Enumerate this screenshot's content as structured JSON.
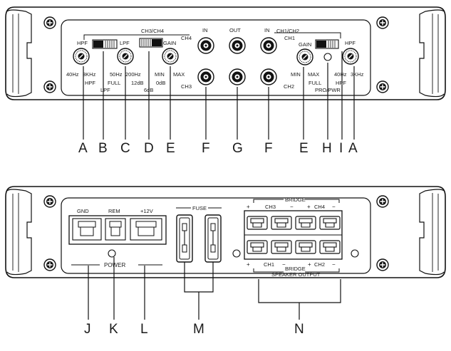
{
  "top_panel": {
    "header_ch34": "CH3/CH4",
    "header_ch12": "CH1/CH2",
    "hpf_left": "HPF",
    "hpf_left_min": "40Hz",
    "hpf_left_max": "3KHz",
    "switch_left_a": "HPF",
    "switch_left_b": "FULL",
    "lpf_switch_under": "LPF",
    "lpf": "LPF",
    "lpf_min": "50Hz",
    "lpf_max": "200Hz",
    "bass_boost_12": "12dB",
    "bass_boost_6": "6dB",
    "bass_boost_0": "0dB",
    "gain_left": "GAIN",
    "gain_left_min": "MIN",
    "gain_left_max": "MAX",
    "rca_ch4": "CH4",
    "rca_ch3": "CH3",
    "rca_in_left": "IN",
    "rca_out": "OUT",
    "rca_in_right": "IN",
    "rca_ch1": "CH1",
    "rca_ch2": "CH2",
    "gain_right": "GAIN",
    "gain_right_min": "MIN",
    "gain_right_max": "MAX",
    "switch_right_full": "FULL",
    "switch_right_hpf": "HPF",
    "pro_pwr": "PRO/PWR",
    "hpf_right": "HPF",
    "hpf_right_min": "40Hz",
    "hpf_right_max": "3KHz"
  },
  "top_callouts": [
    "A",
    "B",
    "C",
    "D",
    "E",
    "F",
    "G",
    "F",
    "E",
    "H",
    "I",
    "A"
  ],
  "bottom_panel": {
    "gnd": "GND",
    "rem": "REM",
    "plus12v": "+12V",
    "power": "POWER",
    "fuse": "FUSE",
    "bridge_top": "BRIDGE",
    "ch3": "CH3",
    "ch4": "CH4",
    "ch1": "CH1",
    "ch2": "CH2",
    "bridge_bottom": "BRIDGE",
    "speaker_output": "SPEAKER OUTPUT",
    "plus_sign": "+",
    "minus_sign": "−"
  },
  "bottom_callouts": [
    "J",
    "K",
    "L",
    "M",
    "N"
  ]
}
